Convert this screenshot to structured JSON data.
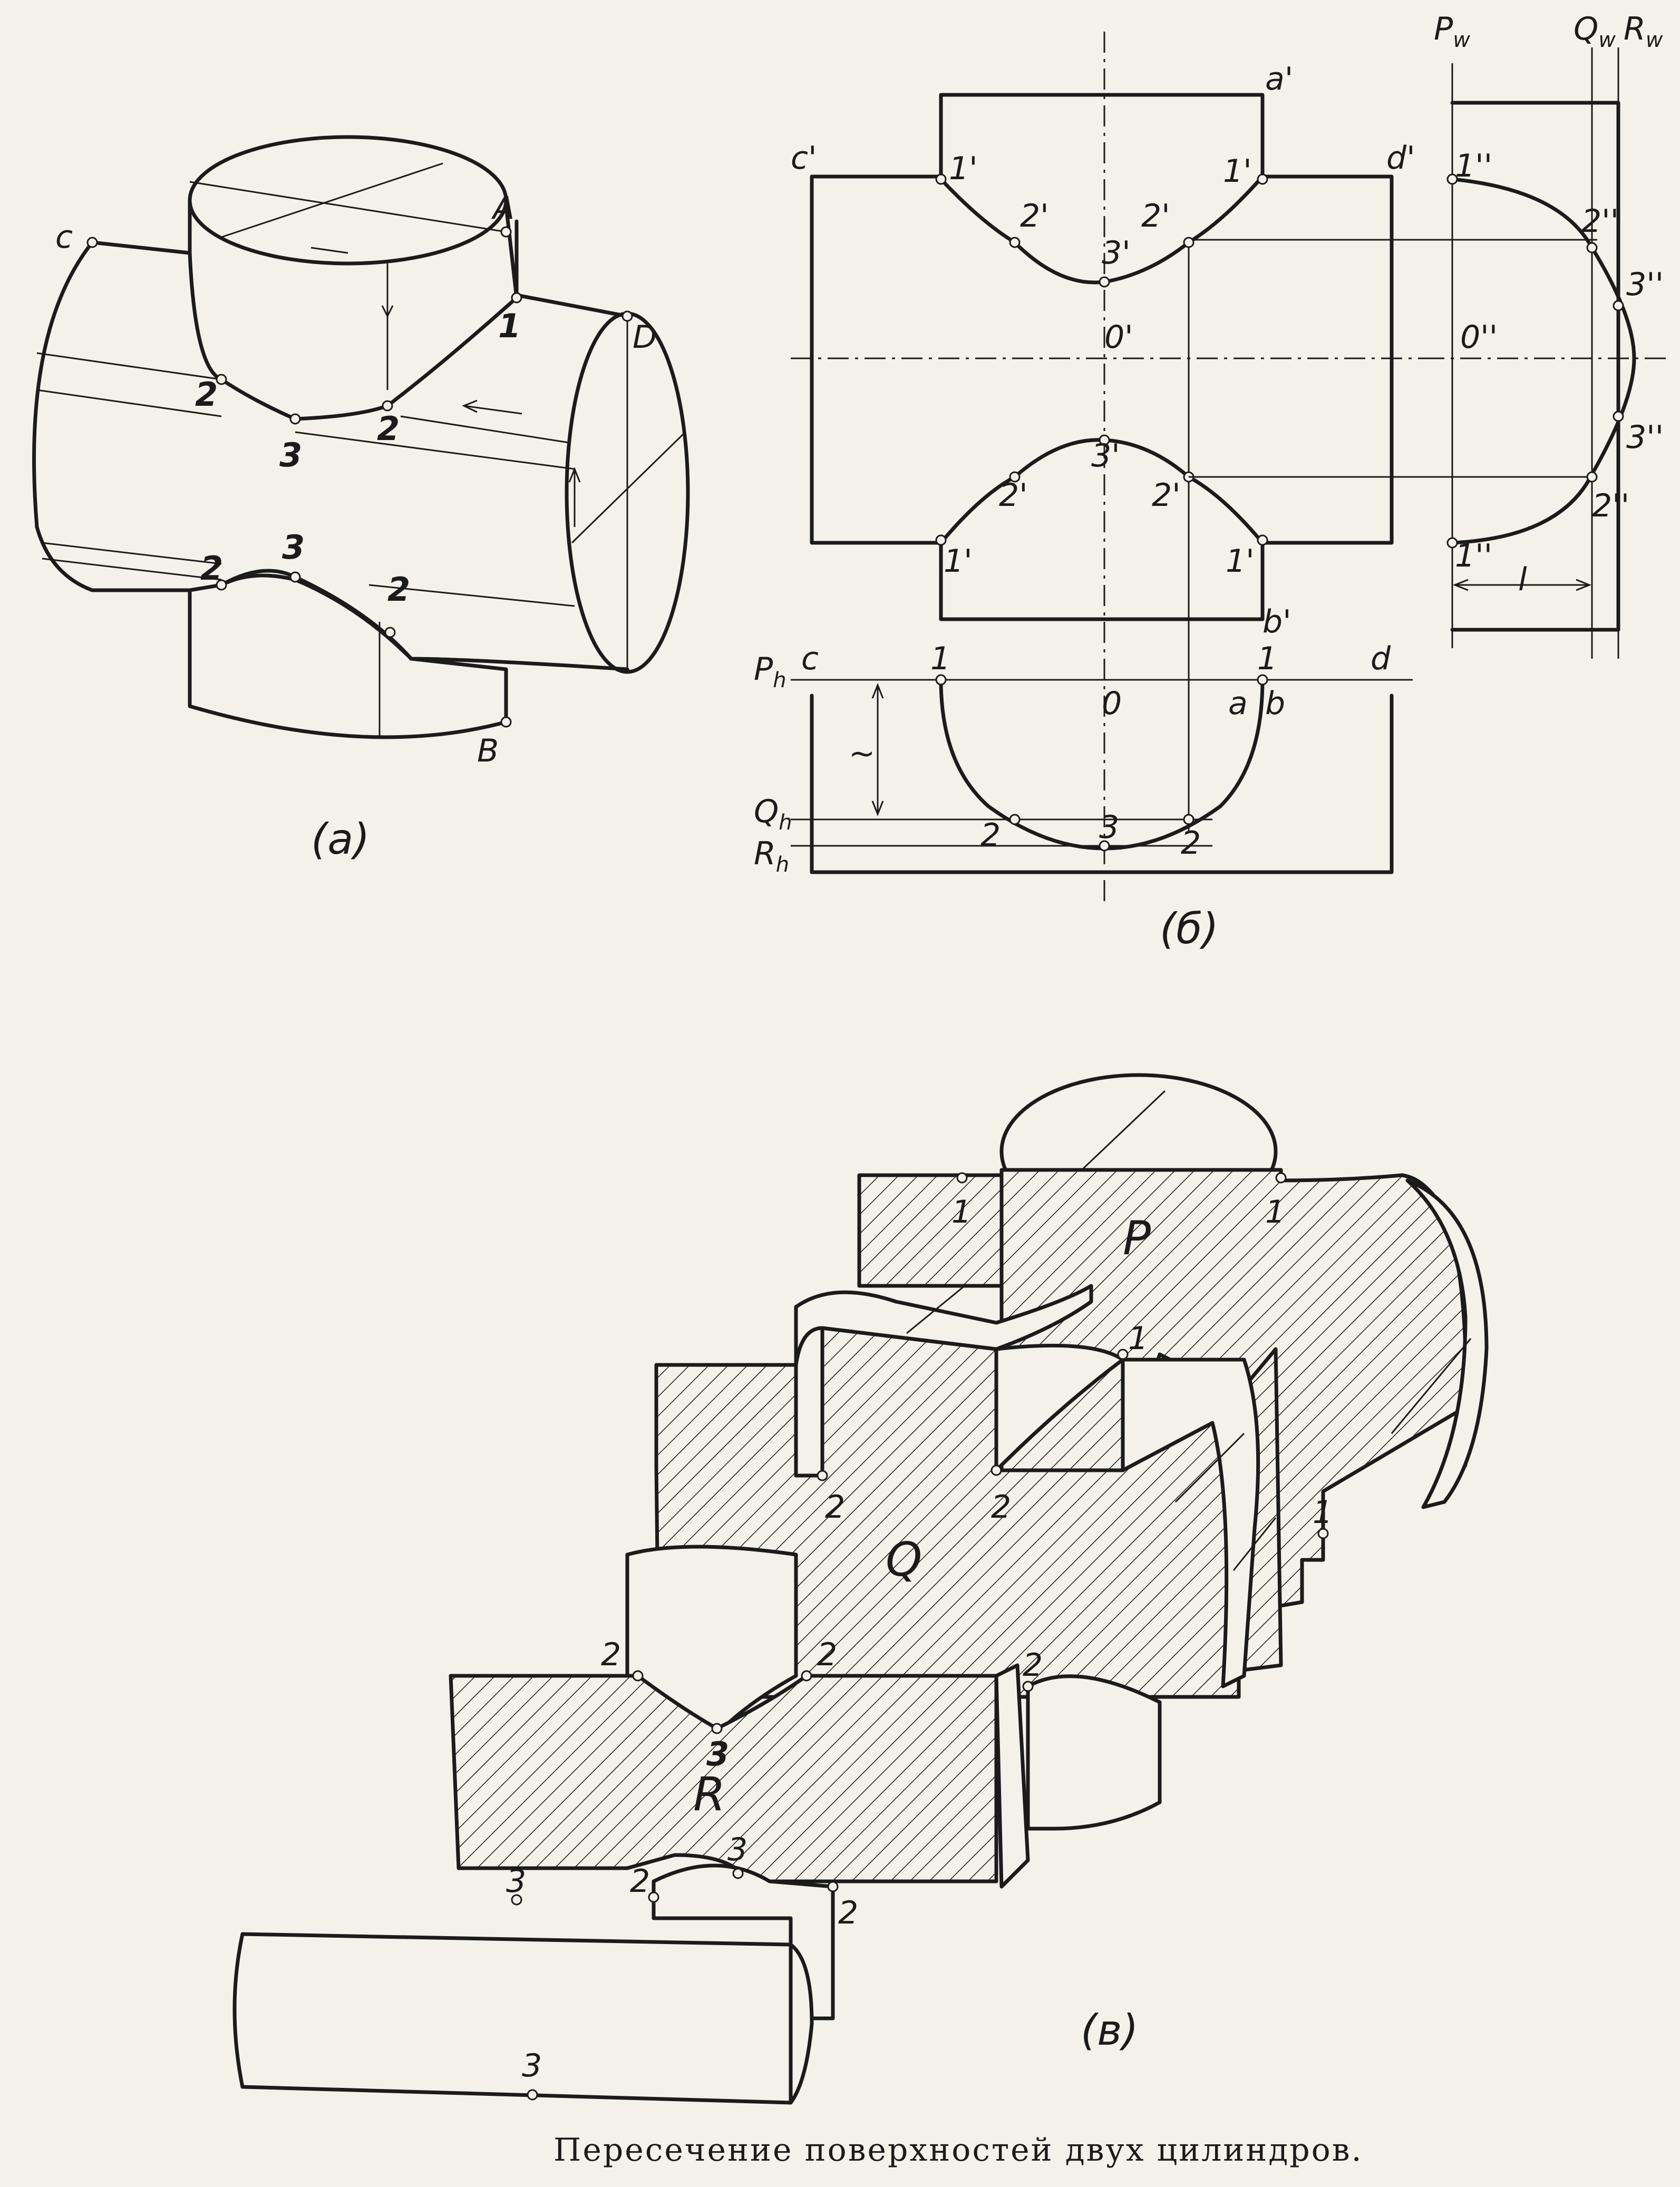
{
  "caption": "Пересечение поверхностей двух цилиндров.",
  "subfigure_labels": {
    "a": "(а)",
    "b": "(б)",
    "c": "(в)"
  },
  "view_a": {
    "vertex_labels": {
      "c": "c",
      "A": "A",
      "D": "D",
      "B": "B"
    },
    "point_labels": {
      "p1": "1",
      "p2": "2",
      "p3": "3"
    }
  },
  "view_b": {
    "front_labels": {
      "a1": "a'",
      "c1": "c'",
      "d1": "d'",
      "b1": "b'",
      "p1": "1'",
      "p2": "2'",
      "p3": "3'",
      "o1": "0'"
    },
    "side_labels": {
      "pw": "P",
      "qw": "Q",
      "rw": "R",
      "sub_w": "w",
      "p1": "1''",
      "p2": "2''",
      "p3": "3''",
      "o2": "0''",
      "l": "l"
    },
    "plan_labels": {
      "ph": "P",
      "qh": "Q",
      "rh": "R",
      "sub_h": "h",
      "c": "c",
      "d": "d",
      "p1": "1",
      "p2": "2",
      "p3": "3",
      "o": "0",
      "a": "a",
      "b": "b",
      "tilde": "~"
    }
  },
  "view_c": {
    "plane_labels": {
      "P": "P",
      "Q": "Q",
      "R": "R"
    },
    "point_labels": {
      "p1": "1",
      "p2": "2",
      "p3": "3"
    }
  }
}
